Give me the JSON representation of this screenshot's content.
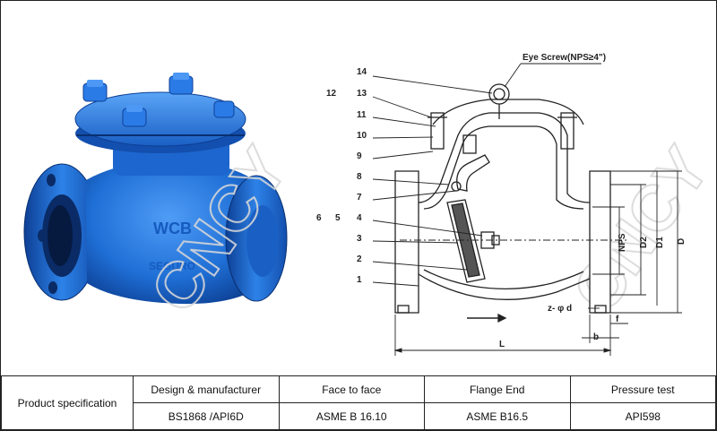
{
  "drawing": {
    "eye_screw_note": "Eye Screw(NPS≥4\")",
    "part_numbers": [
      "1",
      "2",
      "3",
      "4",
      "5",
      "6",
      "7",
      "8",
      "9",
      "10",
      "11",
      "12",
      "13",
      "14"
    ],
    "dimension_labels": {
      "L": "L",
      "b": "b",
      "f": "f",
      "nps": "NPS",
      "d2": "D2",
      "d1": "D1",
      "d": "D",
      "bolt_holes": "z- φ d"
    },
    "watermark": "CNCY"
  },
  "spec_table": {
    "row_header": "Product specification",
    "columns": [
      {
        "header": "Design  & manufacturer",
        "value": "BS1868 /API6D"
      },
      {
        "header": "Face to face",
        "value": "ASME B 16.10"
      },
      {
        "header": "Flange  End",
        "value": "ASME B16.5"
      },
      {
        "header": "Pressure test",
        "value": "API598"
      }
    ]
  },
  "colors": {
    "valve_blue": "#1f6fd6",
    "valve_dark": "#0d3f95",
    "line": "#222222"
  }
}
